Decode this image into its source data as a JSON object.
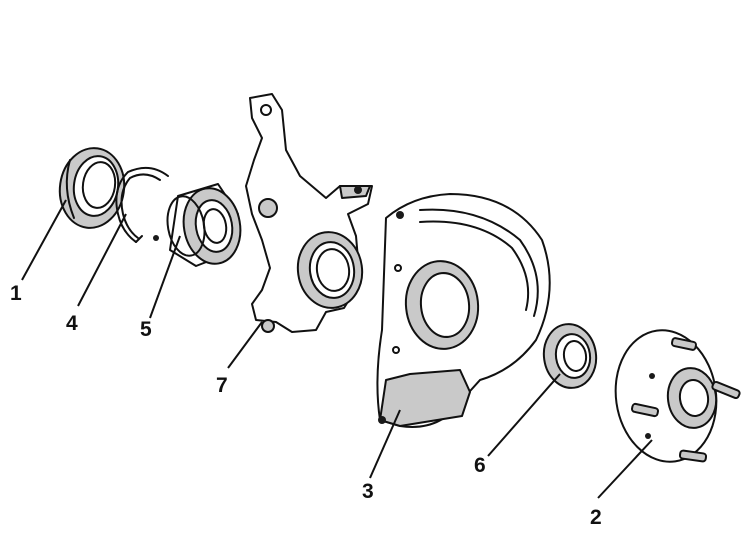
{
  "callouts": [
    {
      "id": "1",
      "label": "1"
    },
    {
      "id": "2",
      "label": "2"
    },
    {
      "id": "3",
      "label": "3"
    },
    {
      "id": "4",
      "label": "4"
    },
    {
      "id": "5",
      "label": "5"
    },
    {
      "id": "6",
      "label": "6"
    },
    {
      "id": "7",
      "label": "7"
    }
  ],
  "colors": {
    "ink": "#111111",
    "background": "#ffffff",
    "shade": "#c9c9c9"
  }
}
